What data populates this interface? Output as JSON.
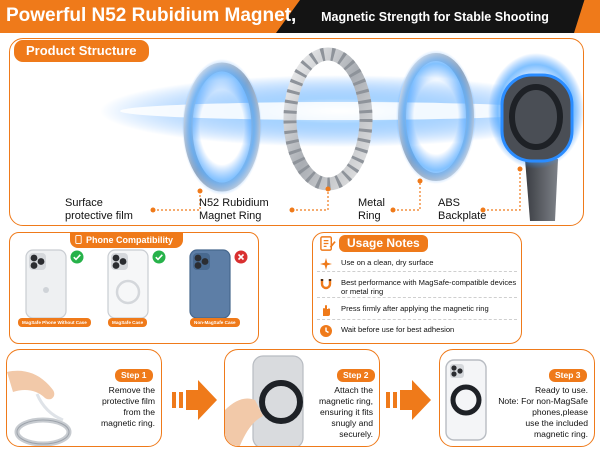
{
  "banner": {
    "title": "Powerful N52 Rubidium Magnet,",
    "subtitle": "Magnetic Strength for Stable Shooting"
  },
  "structure": {
    "tab": "Product Structure",
    "labels": {
      "surface_film_line1": "Surface",
      "surface_film_line2": "protective film",
      "magnet_ring_line1": "N52 Rubidium",
      "magnet_ring_line2": "Magnet Ring",
      "metal_ring_line1": "Metal",
      "metal_ring_line2": "Ring",
      "abs_line1": "ABS",
      "abs_line2": "Backplate"
    }
  },
  "compatibility": {
    "title": "Phone Compatibility",
    "phones": [
      {
        "label": "MagSafe Phone Without Case",
        "status": "check-icon"
      },
      {
        "label": "MagSafe Case",
        "status": "check-icon"
      },
      {
        "label": "Non-MagSafe Case",
        "status": "cross-icon"
      }
    ]
  },
  "usage": {
    "title": "Usage Notes",
    "notes": [
      {
        "text": "Use on a clean, dry surface",
        "icon": "sparkle-icon"
      },
      {
        "text": "Best performance with MagSafe-compatible devices or metal ring",
        "icon": "magnet-icon"
      },
      {
        "text": "Press firmly after applying the magnetic ring",
        "icon": "hand-press-icon"
      },
      {
        "text": "Wait before use for best adhesion",
        "icon": "clock-icon"
      }
    ]
  },
  "steps": [
    {
      "badge": "Step 1",
      "line1": "Remove the",
      "line2": "protective film",
      "line3": "from the",
      "line4": "magnetic ring."
    },
    {
      "badge": "Step 2",
      "line1": "Attach the",
      "line2": "magnetic ring,",
      "line3": "ensuring it fits",
      "line4": "snugly and",
      "line5": "securely."
    },
    {
      "badge": "Step 3",
      "line1": "Ready to use.",
      "line2": "Note: For non-MagSafe",
      "line3": "phones,please",
      "line4": "use the included",
      "line5": "magnetic ring."
    }
  ],
  "colors": {
    "accent": "#ef7a1a",
    "dark": "#141414",
    "glow": "#2a8cff",
    "check": "#27b24a",
    "cross": "#d93030"
  }
}
